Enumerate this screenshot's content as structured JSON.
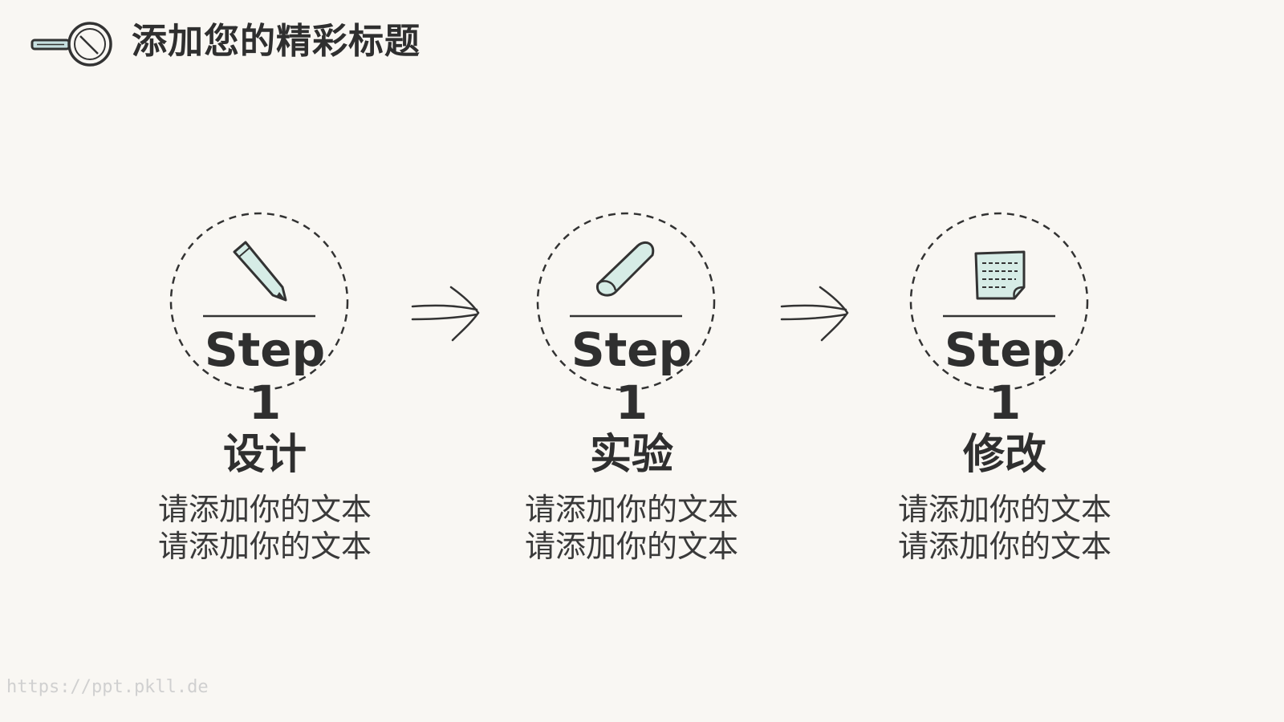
{
  "header": {
    "title": "添加您的精彩标题",
    "icon": "magnifier-icon"
  },
  "steps": [
    {
      "step_word": "Step",
      "number": "1",
      "name": "设计",
      "desc_lines": [
        "请添加你的文本",
        "请添加你的文本"
      ],
      "icon": "pencil-icon"
    },
    {
      "step_word": "Step",
      "number": "1",
      "name": "实验",
      "desc_lines": [
        "请添加你的文本",
        "请添加你的文本"
      ],
      "icon": "eraser-icon"
    },
    {
      "step_word": "Step",
      "number": "1",
      "name": "修改",
      "desc_lines": [
        "请添加你的文本",
        "请添加你的文本"
      ],
      "icon": "sticky-note-icon"
    }
  ],
  "connectors": [
    "arrow-right-icon",
    "arrow-right-icon"
  ],
  "footer": {
    "watermark": "https://ppt.pkll.de"
  },
  "colors": {
    "background": "#f9f7f3",
    "ink": "#333333",
    "icon_fill": "#d6ece6"
  }
}
